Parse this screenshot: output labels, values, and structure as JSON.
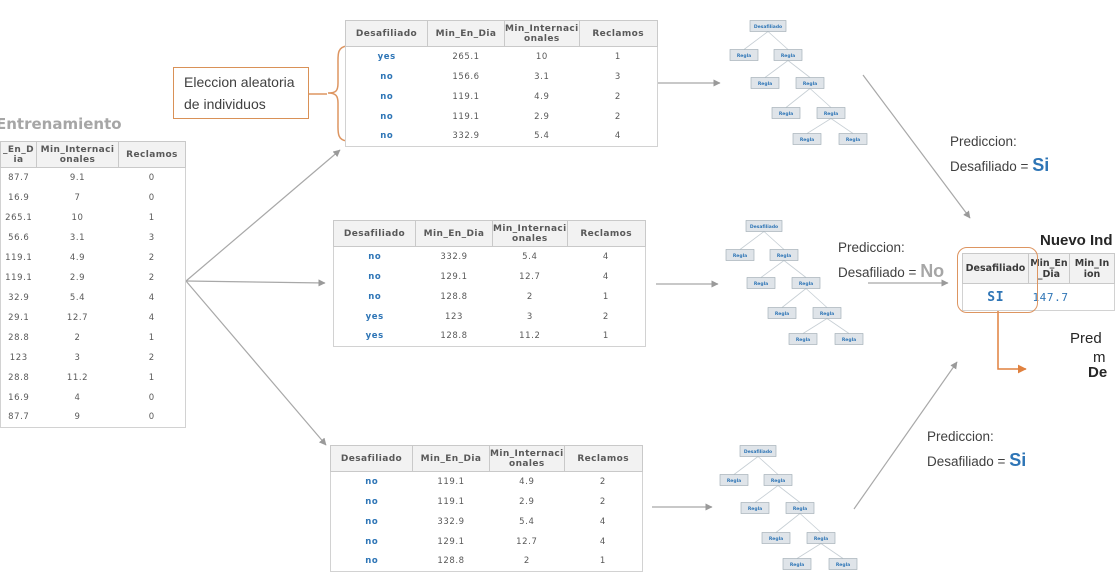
{
  "colors": {
    "accent_blue": "#2E75B6",
    "accent_orange": "#dd9561",
    "arrow_gray": "#a8a8a8",
    "header_text": "#595959",
    "title_gray": "#a6a6a6"
  },
  "training": {
    "title": "Entrenamiento",
    "headers": [
      "_En_D\nia",
      "Min_Internaci\nonales",
      "Reclamos"
    ],
    "rows": [
      [
        "87.7",
        "9.1",
        "0"
      ],
      [
        "16.9",
        "7",
        "0"
      ],
      [
        "265.1",
        "10",
        "1"
      ],
      [
        "56.6",
        "3.1",
        "3"
      ],
      [
        "119.1",
        "4.9",
        "2"
      ],
      [
        "119.1",
        "2.9",
        "2"
      ],
      [
        "32.9",
        "5.4",
        "4"
      ],
      [
        "29.1",
        "12.7",
        "4"
      ],
      [
        "28.8",
        "2",
        "1"
      ],
      [
        "123",
        "3",
        "2"
      ],
      [
        "28.8",
        "11.2",
        "1"
      ],
      [
        "16.9",
        "4",
        "0"
      ],
      [
        "87.7",
        "9",
        "0"
      ]
    ]
  },
  "election_label": {
    "text": "Eleccion aleatoria\nde individuos"
  },
  "sample_headers": [
    "Desafiliado",
    "Min_En_Dia",
    "Min_Internaci\nonales",
    "Reclamos"
  ],
  "samples": [
    [
      [
        "yes",
        "265.1",
        "10",
        "1"
      ],
      [
        "no",
        "156.6",
        "3.1",
        "3"
      ],
      [
        "no",
        "119.1",
        "4.9",
        "2"
      ],
      [
        "no",
        "119.1",
        "2.9",
        "2"
      ],
      [
        "no",
        "332.9",
        "5.4",
        "4"
      ]
    ],
    [
      [
        "no",
        "332.9",
        "5.4",
        "4"
      ],
      [
        "no",
        "129.1",
        "12.7",
        "4"
      ],
      [
        "no",
        "128.8",
        "2",
        "1"
      ],
      [
        "yes",
        "123",
        "3",
        "2"
      ],
      [
        "yes",
        "128.8",
        "11.2",
        "1"
      ]
    ],
    [
      [
        "no",
        "119.1",
        "4.9",
        "2"
      ],
      [
        "no",
        "119.1",
        "2.9",
        "2"
      ],
      [
        "no",
        "332.9",
        "5.4",
        "4"
      ],
      [
        "no",
        "129.1",
        "12.7",
        "4"
      ],
      [
        "no",
        "128.8",
        "2",
        "1"
      ]
    ]
  ],
  "tree": {
    "root_label": "Desafiliado",
    "rule_label": "Regla"
  },
  "predictions": [
    {
      "label": "Prediccion:",
      "prefix": "Desafiliado = ",
      "value": "Si",
      "value_color": "blue"
    },
    {
      "label": "Prediccion:",
      "prefix": "Desafiliado = ",
      "value": "No",
      "value_color": "gray"
    },
    {
      "label": "Prediccion:",
      "prefix": "Desafiliado = ",
      "value": "Si",
      "value_color": "blue"
    }
  ],
  "nuevo": {
    "title": "Nuevo Ind",
    "headers": [
      "Desafiliado",
      "Min_En\n_Dia",
      "Min_In\nion"
    ],
    "row": [
      "SI",
      "147.7",
      ""
    ]
  },
  "majority_fragments": {
    "line1": "Pred",
    "line2": "m",
    "line3": "De"
  }
}
